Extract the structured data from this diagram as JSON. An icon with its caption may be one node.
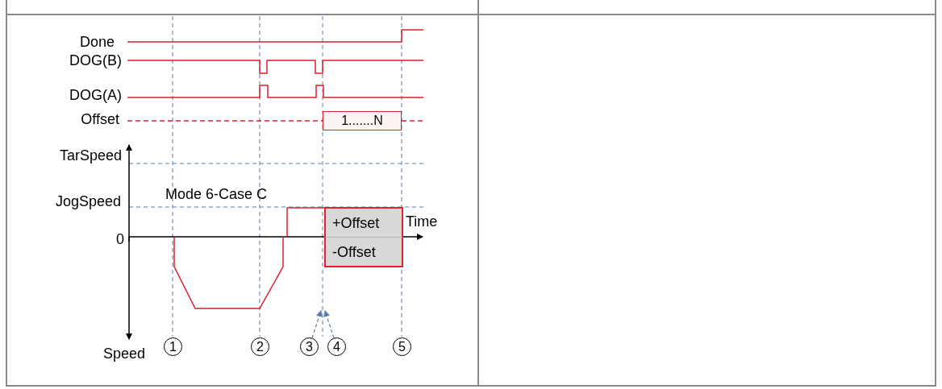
{
  "diagram": {
    "nodes": [
      {
        "text": [
          "1.......N"
        ]
      },
      {
        "text": [
          "+Offset"
        ]
      },
      {
        "text": [
          "-Offset"
        ]
      },
      {
        "text": [
          "1"
        ]
      },
      {
        "text": [
          "2"
        ]
      },
      {
        "text": [
          "3"
        ]
      },
      {
        "text": [
          "4"
        ]
      },
      {
        "text": [
          "5"
        ]
      }
    ],
    "edges": [
      {
        "from": 5,
        "to": null,
        "arrow": "to",
        "style": "dashed"
      },
      {
        "from": 6,
        "to": null,
        "arrow": "to",
        "style": "dashed"
      }
    ],
    "labels": [
      "Done",
      "DOG(B)",
      "DOG(A)",
      "Offset",
      "TarSpeed",
      "JogSpeed",
      "0",
      "Mode 6-Case C",
      "Time",
      "Speed"
    ]
  }
}
